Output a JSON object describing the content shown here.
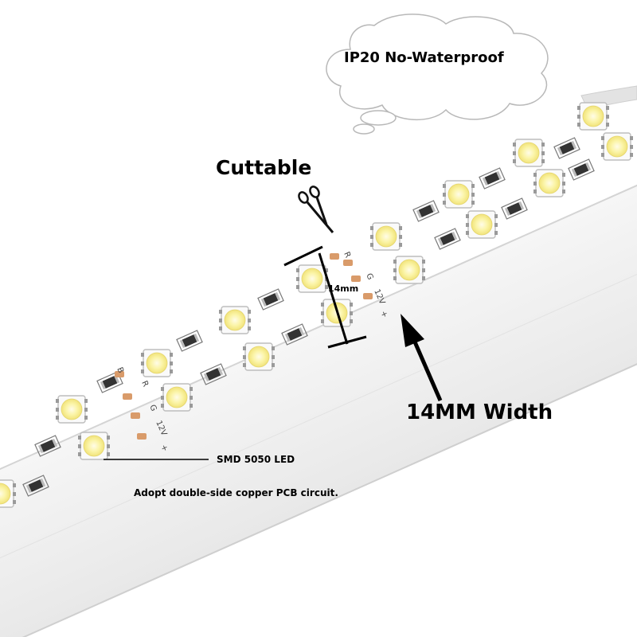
{
  "callouts": {
    "waterproof": "IP20 No-Waterproof",
    "cuttable": "Cuttable",
    "width_title": "14MM Width",
    "dimension": "14mm",
    "led_type": "SMD 5050 LED",
    "pcb": "Adopt double-side copper PCB circuit."
  },
  "pad_markings": {
    "pad_b": "B",
    "pad_r": "R",
    "pad_g": "G",
    "pad_12v": "12V",
    "pad_plus": "+"
  },
  "colors": {
    "pcb": "#f1f1f1",
    "pcb_edge": "#d6d6d6",
    "led_core": "#fbf6a8",
    "led_glow": "#fffde0",
    "copper_pad": "#d99b6a",
    "resistor": "#3a3a3a"
  }
}
